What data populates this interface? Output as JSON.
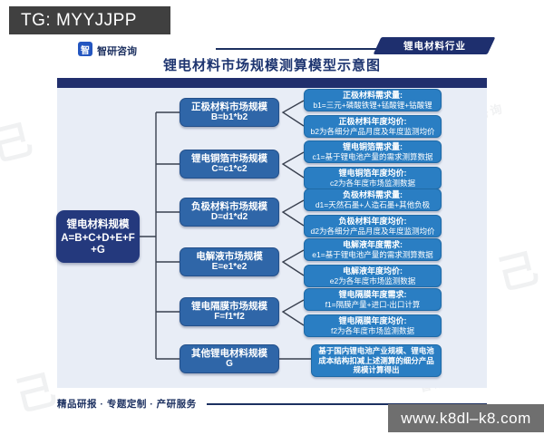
{
  "colors": {
    "accent_navy": "#1e2f6e",
    "mid_blue": "#2f66a8",
    "detail_blue": "#2a7ec3",
    "diagram_bg": "#e8edf6",
    "tg_bar": "#404040",
    "url_bar": "#6f6f6f"
  },
  "overlay": {
    "tg_badge": "TG: MYYJJPP",
    "site_url": "www.k8dl–k8.com"
  },
  "header": {
    "brand": "智研咨询",
    "brand_glyph": "智",
    "industry_tag": "锂电材料行业",
    "title": "锂电材料市场规模测算模型示意图"
  },
  "footer": {
    "tagline": "精品研报 · 专题定制 · 产研服务"
  },
  "watermark": {
    "text": "智研咨询",
    "glyph": "己"
  },
  "diagram": {
    "root": {
      "title": "锂电材料规模",
      "formula": "A=B+C+D+E+F+G"
    },
    "rows": [
      {
        "mid_title": "正极材料市场规模",
        "mid_formula": "B=b1*b2",
        "details": [
          {
            "title": "正极材料需求量:",
            "desc": "b1=三元+磷酸铁锂+锰酸锂+钴酸锂"
          },
          {
            "title": "正极材料年度均价:",
            "desc": "b2为各细分产品月度及年度监测均价"
          }
        ]
      },
      {
        "mid_title": "锂电铜箔市场规模",
        "mid_formula": "C=c1*c2",
        "details": [
          {
            "title": "锂电铜箔需求量:",
            "desc": "c1=基于锂电池产量的需求测算数据"
          },
          {
            "title": "锂电铜箔年度均价:",
            "desc": "c2为各年度市场监测数据"
          }
        ]
      },
      {
        "mid_title": "负极材料市场规模",
        "mid_formula": "D=d1*d2",
        "details": [
          {
            "title": "负极材料需求量:",
            "desc": "d1=天然石墨+人造石墨+其他负极"
          },
          {
            "title": "负极材料年度均价:",
            "desc": "d2为各细分产品月度及年度监测均价"
          }
        ]
      },
      {
        "mid_title": "电解液市场规模",
        "mid_formula": "E=e1*e2",
        "details": [
          {
            "title": "电解液年度需求:",
            "desc": "e1=基于锂电池产量的需求测算数据"
          },
          {
            "title": "电解液年度均价:",
            "desc": "e2为各年度市场监测数据"
          }
        ]
      },
      {
        "mid_title": "锂电隔膜市场规模",
        "mid_formula": "F=f1*f2",
        "details": [
          {
            "title": "锂电隔膜年度需求:",
            "desc": "f1=隔膜产量+进口-出口计算"
          },
          {
            "title": "锂电隔膜年度均价:",
            "desc": "f2为各年度市场监测数据"
          }
        ]
      },
      {
        "mid_title": "其他锂电材料规模",
        "mid_formula": "G",
        "details": [
          {
            "title": "",
            "desc": "基于国内锂电池产业规模、锂电池成本结构扣减上述测算的细分产品规模计算得出"
          }
        ]
      }
    ]
  }
}
